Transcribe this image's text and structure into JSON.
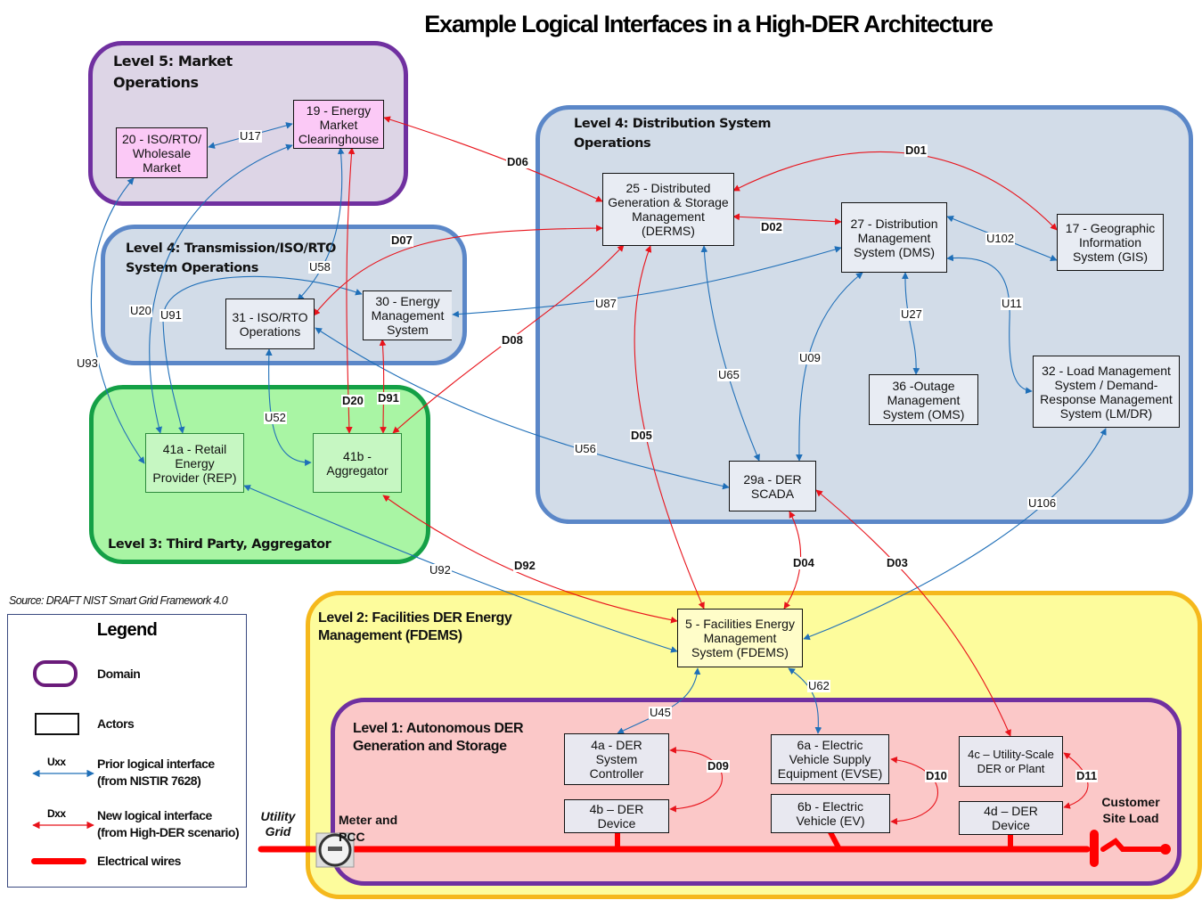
{
  "title": "Example Logical Interfaces in a High-DER Architecture",
  "source": "Source:  DRAFT NIST Smart Grid Framework 4.0",
  "colors": {
    "prior_interface": "#1f6fb8",
    "new_interface": "#e8131b",
    "electrical_wire": "#ff0000"
  },
  "domains": {
    "level5": {
      "label": "Level 5: Market\nOperations",
      "fill": "#ddd5e6",
      "border": "#7030a0"
    },
    "level4_tx": {
      "label": "Level 4: Transmission/ISO/RTO\nSystem Operations",
      "fill": "#d2dce8",
      "border": "#5b87c8"
    },
    "level4_dist": {
      "label": "Level 4: Distribution System\nOperations",
      "fill": "#d2dce8",
      "border": "#5b87c8"
    },
    "level3": {
      "label": "Level 3: Third Party, Aggregator",
      "fill": "#a9f5a4",
      "border": "#14a046"
    },
    "level2": {
      "label": "Level 2: Facilities DER Energy\nManagement (FDEMS)",
      "fill": "#fdfc9c",
      "border": "#f5b81c"
    },
    "level1": {
      "label": "Level 1: Autonomous  DER\nGeneration and Storage",
      "fill": "#fbc8c8",
      "border": "#7030a0"
    }
  },
  "actors": {
    "a19": "19 - Energy\nMarket\nClearinghouse",
    "a20": "20 - ISO/RTO/\nWholesale\nMarket",
    "a25": "25 - Distributed\nGeneration & Storage\nManagement\n(DERMS)",
    "a27": "27 - Distribution\nManagement\nSystem (DMS)",
    "a17": "17 - Geographic\nInformation\nSystem (GIS)",
    "a31": "31 - ISO/RTO\nOperations",
    "a30": "30 - Energy\nManagement\nSystem",
    "a36": "36 -Outage\nManagement\nSystem (OMS)",
    "a32": "32 - Load Management\nSystem / Demand-\nResponse Management\nSystem (LM/DR)",
    "a41a": "41a - Retail\nEnergy\nProvider (REP)",
    "a41b": "41b -\nAggregator",
    "a29a": "29a - DER\nSCADA",
    "a5": "5 - Facilities Energy\nManagement\nSystem (FDEMS)",
    "a4a": "4a - DER\nSystem\nController",
    "a4b": "4b – DER\nDevice",
    "a6a": "6a - Electric\nVehicle Supply\nEquipment (EVSE)",
    "a6b": "6b - Electric\nVehicle (EV)",
    "a4c": "4c – Utility-Scale\nDER or Plant",
    "a4d": "4d – DER\nDevice"
  },
  "interfaces": {
    "U17": "U17",
    "U20": "U20",
    "U91": "U91",
    "U93": "U93",
    "U58": "U58",
    "U52": "U52",
    "U87": "U87",
    "U56": "U56",
    "U65": "U65",
    "U09": "U09",
    "U27": "U27",
    "U11": "U11",
    "U102": "U102",
    "U106": "U106",
    "U92": "U92",
    "U45": "U45",
    "U62": "U62",
    "D01": "D01",
    "D02": "D02",
    "D03": "D03",
    "D04": "D04",
    "D05": "D05",
    "D06": "D06",
    "D07": "D07",
    "D08": "D08",
    "D09": "D09",
    "D10": "D10",
    "D11": "D11",
    "D20": "D20",
    "D91": "D91",
    "D92": "D92"
  },
  "side_labels": {
    "utility_grid": "Utility\nGrid",
    "meter_pcc": "Meter and\nPCC",
    "customer_load": "Customer\nSite Load"
  },
  "legend": {
    "title": "Legend",
    "domain": "Domain",
    "actors": "Actors",
    "uxx": "Uxx",
    "prior": "Prior logical interface\n(from NISTIR 7628)",
    "dxx": "Dxx",
    "new": "New logical interface\n(from High-DER scenario)",
    "wires": "Electrical wires"
  }
}
